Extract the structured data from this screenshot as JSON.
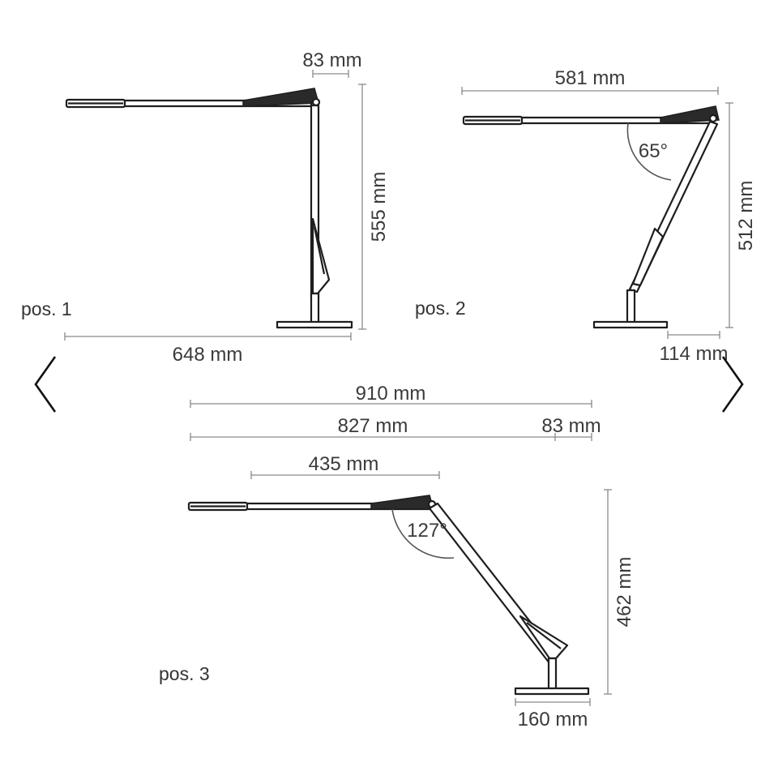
{
  "positions": {
    "pos1": {
      "label": "pos. 1",
      "dims": {
        "arm_offset": "83 mm",
        "height": "555 mm",
        "reach": "648 mm"
      }
    },
    "pos2": {
      "label": "pos. 2",
      "dims": {
        "reach": "581 mm",
        "angle": "65°",
        "height": "512 mm",
        "base_offset": "114 mm"
      }
    },
    "pos3": {
      "label": "pos. 3",
      "dims": {
        "total": "910 mm",
        "main": "827 mm",
        "offset": "83 mm",
        "arm": "435 mm",
        "angle": "127°",
        "height": "462 mm",
        "base": "160 mm"
      }
    }
  },
  "nav": {
    "prev_icon": "chevron-left-icon",
    "next_icon": "chevron-right-icon"
  },
  "colors": {
    "lamp": "#1e1e1e",
    "dimension": "#8a8a8a",
    "text": "#3a3a3a"
  }
}
